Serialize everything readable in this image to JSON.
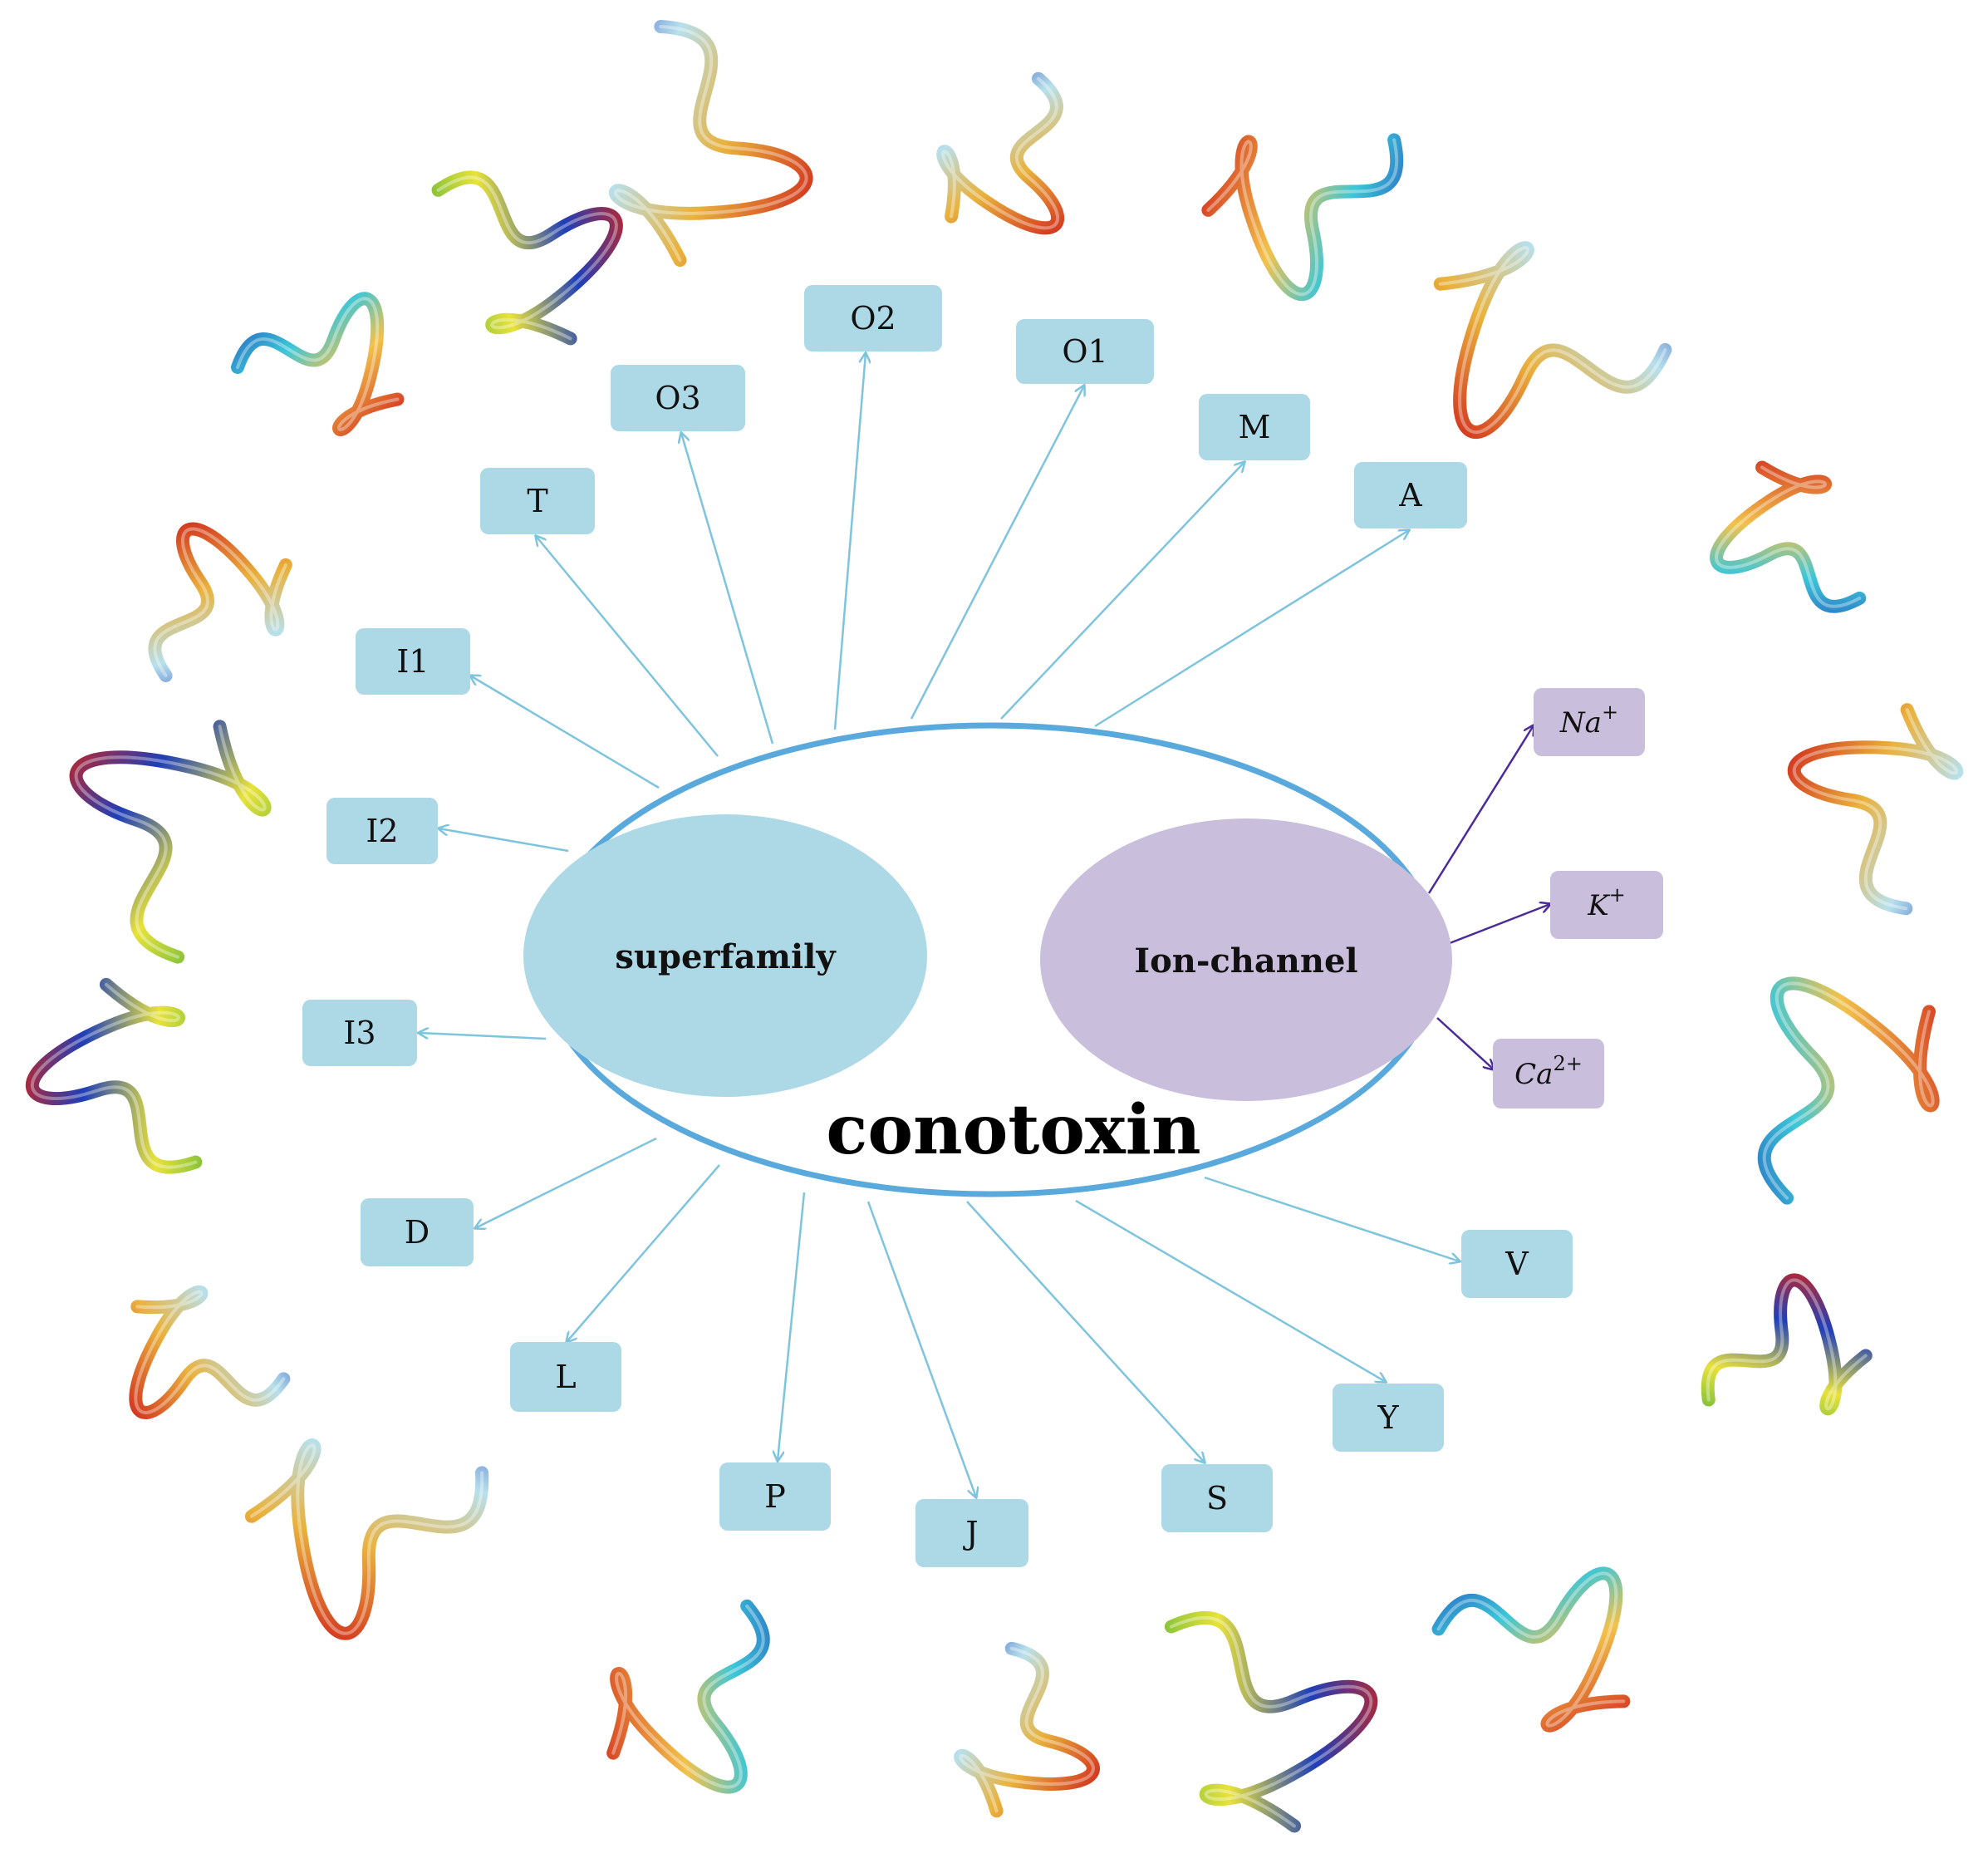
{
  "title": "conotoxin",
  "left_group": {
    "label": "superfamily"
  },
  "right_group": {
    "label": "Ion-channel"
  },
  "superfamilies": [
    "A",
    "M",
    "O1",
    "O2",
    "O3",
    "T",
    "I1",
    "I2",
    "I3",
    "D",
    "L",
    "P",
    "J",
    "S",
    "Y",
    "V"
  ],
  "ion_channels": [
    {
      "base": "Na",
      "charge": "+"
    },
    {
      "base": "K",
      "charge": "+"
    },
    {
      "base": "Ca",
      "charge": "2+"
    }
  ],
  "colors": {
    "box_blue": "#add8e6",
    "box_purple": "#c9bedb",
    "ellipse_stroke": "#5aa9dc",
    "arrow_blue": "#7ec4dd",
    "arrow_purple": "#4b2a9a"
  },
  "structures_note_icons": [
    "protein-ribbon-icon"
  ]
}
